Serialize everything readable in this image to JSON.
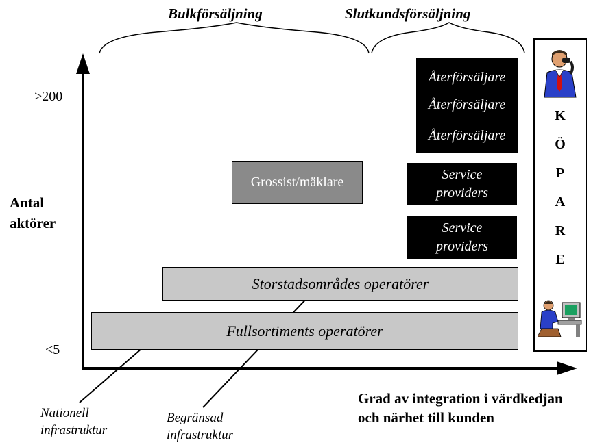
{
  "headers": {
    "bulk": "Bulkförsäljning",
    "retail": "Slutkundsförsäljning"
  },
  "y_axis": {
    "label_line1": "Antal",
    "label_line2": "aktörer",
    "tick_high": ">200",
    "tick_low": "<5"
  },
  "x_axis": {
    "label_line1": "Grad av integration i värdkedjan",
    "label_line2": "och närhet till kunden"
  },
  "boxes": {
    "reseller1": "Återförsäljare",
    "reseller2": "Återförsäljare",
    "reseller3": "Återförsäljare",
    "sp1_line1": "Service",
    "sp1_line2": "providers",
    "sp2_line1": "Service",
    "sp2_line2": "providers",
    "wholesaler": "Grossist/mäklare",
    "metro": "Storstadsområdes operatörer",
    "full": "Fullsortiments operatörer"
  },
  "buyer": {
    "letters": [
      "K",
      "Ö",
      "P",
      "A",
      "R",
      "E"
    ]
  },
  "notes": {
    "national_line1": "Nationell",
    "national_line2": "infrastruktur",
    "limited_line1": "Begränsad",
    "limited_line2": "infrastruktur"
  },
  "icons": [
    "phone-person-icon",
    "computer-user-icon"
  ]
}
